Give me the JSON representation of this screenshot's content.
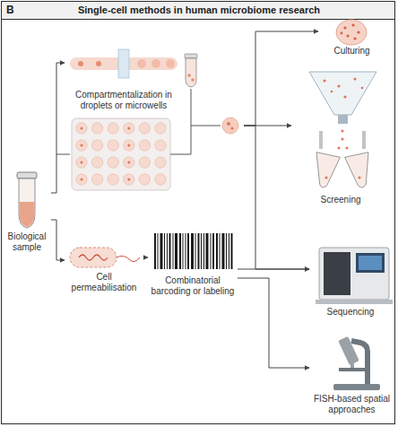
{
  "diagram": {
    "title": "Single-cell methods in human microbiome research",
    "nodes": [
      {
        "text": [
          "Biological sample"
        ]
      },
      {
        "text": [
          "Compartmentalization in droplets or microwells"
        ]
      },
      {
        "text": [
          "Cell permeabilisation"
        ]
      },
      {
        "text": [
          "Combinatorial barcoding or labeling"
        ]
      },
      {
        "text": [
          "Culturing"
        ]
      },
      {
        "text": [
          "Screening"
        ]
      },
      {
        "text": [
          "Sequencing"
        ]
      },
      {
        "text": [
          "FISH-based spatial approaches"
        ]
      }
    ],
    "edges": [
      {
        "from": 0,
        "to": 1,
        "arrow": "to"
      },
      {
        "from": 0,
        "to": 2,
        "arrow": "to"
      },
      {
        "from": 2,
        "to": 3,
        "arrow": "to"
      },
      {
        "from": 1,
        "to": 4,
        "arrow": "to"
      },
      {
        "from": 1,
        "to": 5,
        "arrow": "to"
      },
      {
        "from": 1,
        "to": 6,
        "arrow": "to"
      },
      {
        "from": 3,
        "to": 6,
        "arrow": "to"
      },
      {
        "from": 3,
        "to": 7,
        "arrow": "to"
      }
    ],
    "labels": [
      "B"
    ]
  }
}
